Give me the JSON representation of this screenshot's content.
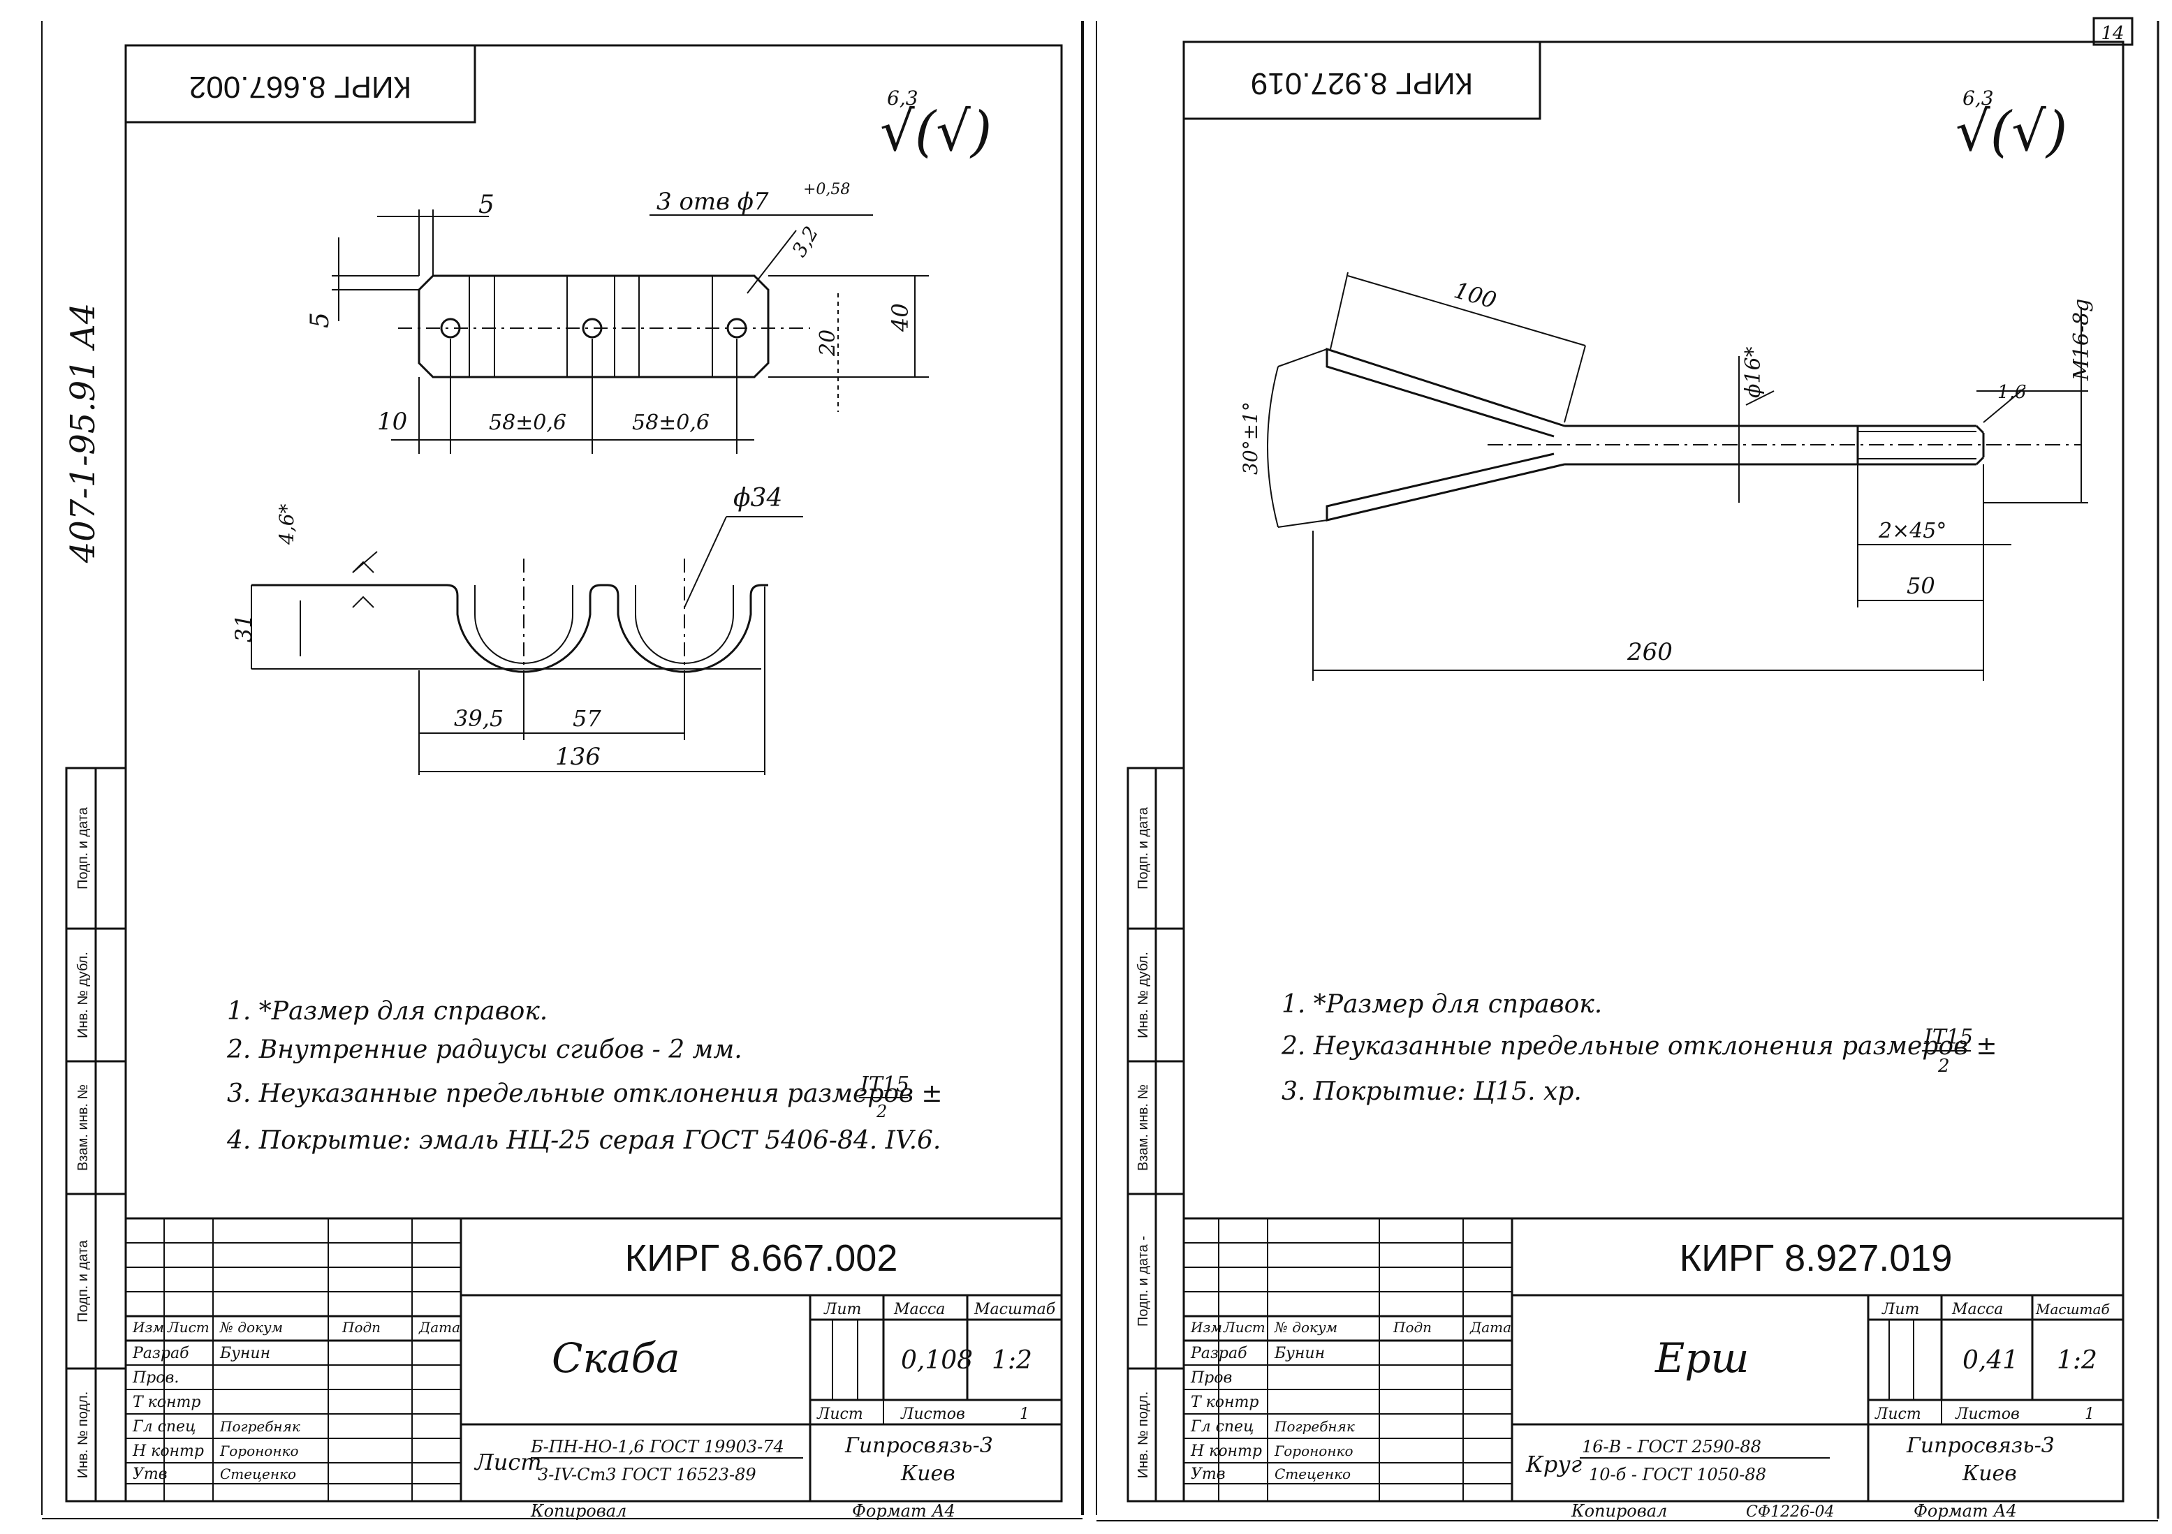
{
  "page_number": "14",
  "album_code": "407-1-95.91 A4",
  "side_stamp": {
    "labels": [
      "Подп. и дата",
      "Инв. № дубл.",
      "Взам. инв. №",
      "Подп. и дата",
      "Инв. № подл."
    ],
    "labels_right": [
      "Подп. и дата",
      "Инв. № дубл.",
      "Взам. инв. №",
      "Подп. и дата -",
      "Инв. № подл."
    ]
  },
  "left": {
    "top_code": "КИРГ 8.667.002",
    "roughness": "6,3",
    "roughness_mark": "√(√)",
    "dims": {
      "d5_top": "5",
      "holes": "3 отв ϕ7",
      "holes_tol": "+0,58",
      "chamfer": "3,2",
      "d5_left": "5",
      "d20": "20",
      "d40": "40",
      "d10": "10",
      "d58a": "58±0,6",
      "d58b": "58±0,6",
      "d34": "ϕ34",
      "d4_6": "4,6*",
      "d31": "31",
      "d39_5": "39,5",
      "d57": "57",
      "d136": "136"
    },
    "notes": [
      "1. *Размер для справок.",
      "2. Внутренние радиусы сгибов - 2 мм.",
      "3. Неуказанные предельные отклонения размеров ±",
      "4. Покрытие: эмаль НЦ-25 серая ГОСТ 5406-84. IV.6."
    ],
    "note3_frac_top": "IT15",
    "note3_frac_bot": "2",
    "title_block": {
      "code": "КИРГ 8.667.002",
      "name": "Скаба",
      "col_headers": [
        "Изм",
        "Лист",
        "№ докум",
        "Подп",
        "Дата"
      ],
      "roles": [
        "Разраб",
        "Пров.",
        "Т контр",
        "Гл спец",
        "Н контр",
        "Утв"
      ],
      "names": [
        "Бунин",
        "",
        "",
        "Погребняк",
        "Горононко",
        "Стеценко"
      ],
      "lit": "Лит",
      "mass_label": "Масса",
      "scale_label": "Масштаб",
      "mass": "0,108",
      "scale": "1:2",
      "sheet_label": "Лист",
      "sheets_label": "Листов",
      "sheets": "1",
      "material_prefix": "Лист",
      "material_top": "Б-ПН-НО-1,6 ГОСТ 19903-74",
      "material_bot": "3-IV-Ст3 ГОСТ 16523-89",
      "org": "Гипросвязь-3",
      "city": "Киев",
      "copied": "Копировал",
      "format": "Формат А4"
    }
  },
  "right": {
    "top_code": "КИРГ 8.927.019",
    "roughness": "6,3",
    "roughness_mark": "√(√)",
    "dims": {
      "d100": "100",
      "d_angle": "30°±1°",
      "d16": "ϕ16*",
      "d_thread": "M16-8g",
      "d1_6": "1,6",
      "d_chamfer": "2×45°",
      "d50": "50",
      "d260": "260"
    },
    "notes": [
      "1. *Размер для справок.",
      "2. Неуказанные предельные отклонения размеров ±",
      "3. Покрытие: Ц15. хр."
    ],
    "note2_frac_top": "IT15",
    "note2_frac_bot": "2",
    "title_block": {
      "code": "КИРГ 8.927.019",
      "name": "Ерш",
      "col_headers": [
        "Изм",
        "Лист",
        "№ докум",
        "Подп",
        "Дата"
      ],
      "roles": [
        "Разраб",
        "Пров",
        "Т контр",
        "Гл спец",
        "Н контр",
        "Утв"
      ],
      "names": [
        "Бунин",
        "",
        "",
        "Погребняк",
        "Горононко",
        "Стеценко"
      ],
      "lit": "Лит",
      "mass_label": "Масса",
      "scale_label": "Масштаб",
      "mass": "0,41",
      "scale": "1:2",
      "sheet_label": "Лист",
      "sheets_label": "Листов",
      "sheets": "1",
      "material_prefix": "Круг",
      "material_top": "16-В - ГОСТ 2590-88",
      "material_bot": "10-б - ГОСТ 1050-88",
      "org": "Гипросвязь-3",
      "city": "Киев",
      "copied": "Копировал",
      "copied_extra": "СФ1226-04",
      "format": "Формат А4"
    }
  }
}
